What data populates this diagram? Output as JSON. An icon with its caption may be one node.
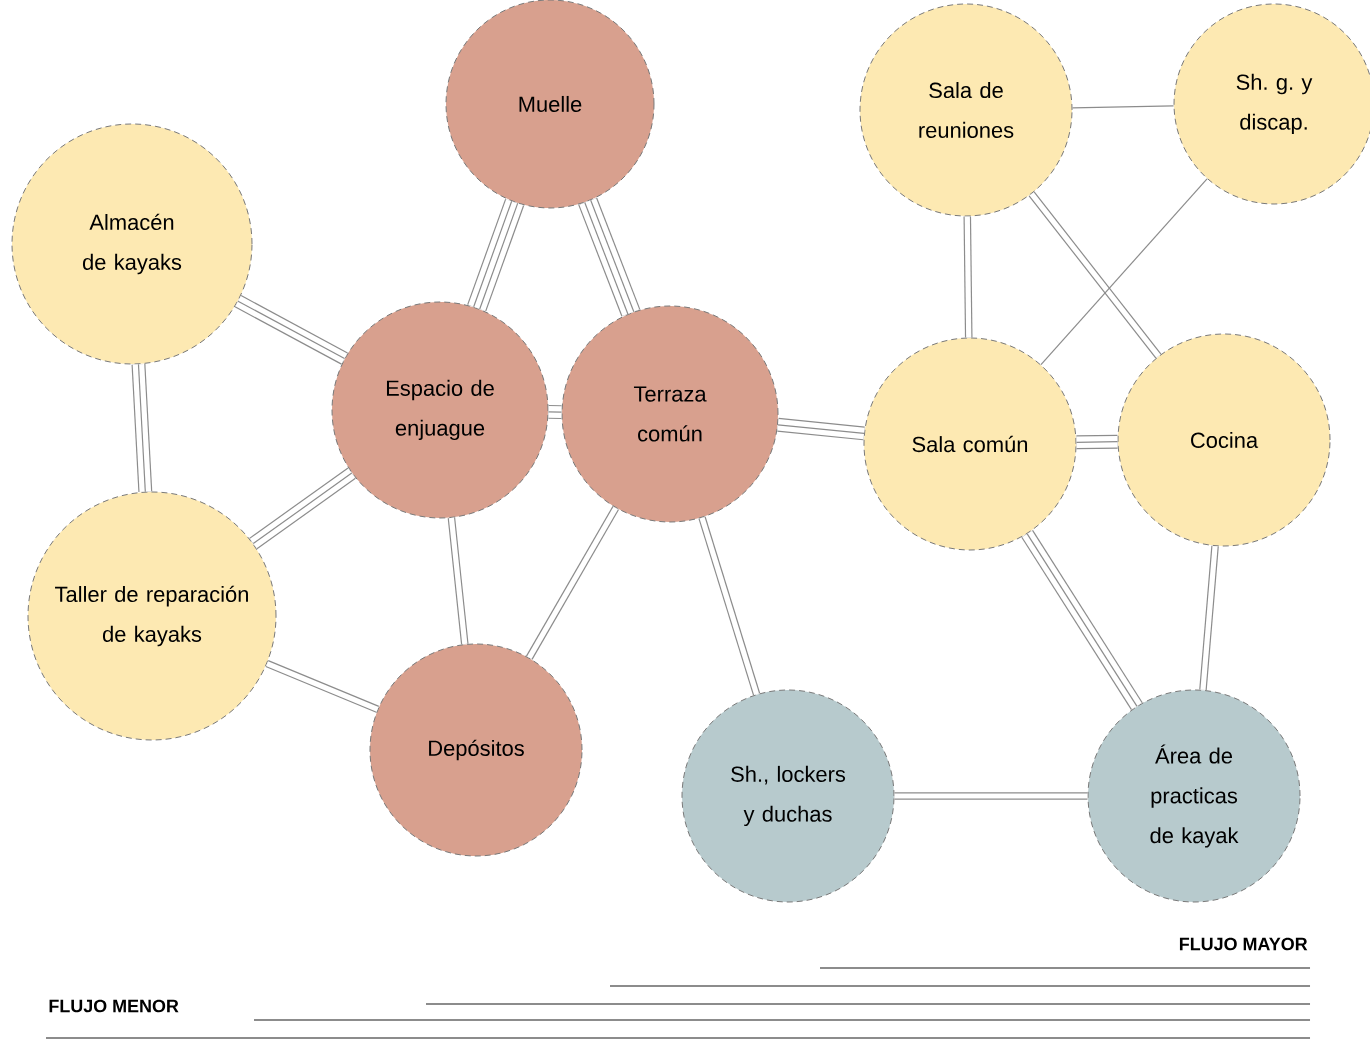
{
  "diagram": {
    "nodes": [
      {
        "text": [
          "Muelle"
        ]
      },
      {
        "text": [
          "Almacén de kayaks"
        ]
      },
      {
        "text": [
          "Espacio de enjuague"
        ]
      },
      {
        "text": [
          "Terraza común"
        ]
      },
      {
        "text": [
          "Sala de reuniones"
        ]
      },
      {
        "text": [
          "Sh. g. y discap."
        ]
      },
      {
        "text": [
          "Sala común"
        ]
      },
      {
        "text": [
          "Cocina"
        ]
      },
      {
        "text": [
          "Taller de reparación de kayaks"
        ]
      },
      {
        "text": [
          "Depósitos"
        ]
      },
      {
        "text": [
          "Sh., lockers y duchas"
        ]
      },
      {
        "text": [
          "Área de practicas de kayak"
        ]
      }
    ],
    "edges": [
      {
        "from": 0,
        "to": 2,
        "arrow": "none",
        "style": "thick"
      },
      {
        "from": 0,
        "to": 3,
        "arrow": "none",
        "style": "thick"
      },
      {
        "from": 1,
        "to": 2,
        "arrow": "none",
        "style": "thick"
      },
      {
        "from": 1,
        "to": 8,
        "arrow": "none",
        "style": "thick"
      },
      {
        "from": 2,
        "to": 3,
        "arrow": "none",
        "style": "thick"
      },
      {
        "from": 2,
        "to": 8,
        "arrow": "none",
        "style": "thick"
      },
      {
        "from": 2,
        "to": 9,
        "arrow": "none"
      },
      {
        "from": 3,
        "to": 9,
        "arrow": "none"
      },
      {
        "from": 3,
        "to": 6,
        "arrow": "none",
        "style": "thick"
      },
      {
        "from": 3,
        "to": 10,
        "arrow": "none"
      },
      {
        "from": 4,
        "to": 5,
        "arrow": "none"
      },
      {
        "from": 4,
        "to": 6,
        "arrow": "none"
      },
      {
        "from": 4,
        "to": 7,
        "arrow": "none"
      },
      {
        "from": 5,
        "to": 6,
        "arrow": "none"
      },
      {
        "from": 6,
        "to": 7,
        "arrow": "none",
        "style": "thick"
      },
      {
        "from": 6,
        "to": 11,
        "arrow": "none",
        "style": "thick"
      },
      {
        "from": 7,
        "to": 11,
        "arrow": "none"
      },
      {
        "from": 8,
        "to": 9,
        "arrow": "none"
      },
      {
        "from": 10,
        "to": 11,
        "arrow": "none"
      }
    ],
    "legend": [
      {
        "text": "FLUJO MAYOR"
      },
      {
        "text": "FLUJO MENOR"
      }
    ]
  }
}
